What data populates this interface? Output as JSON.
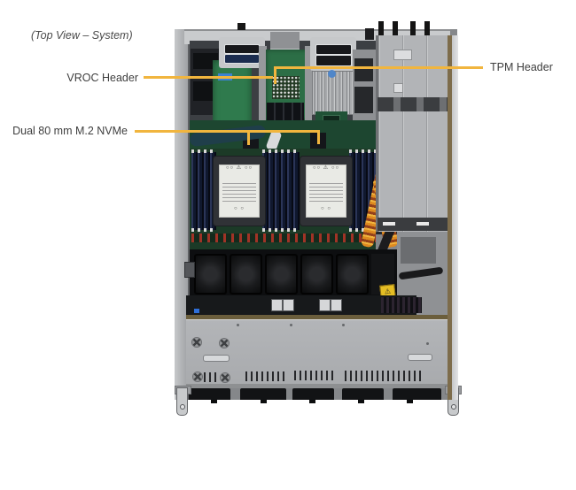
{
  "caption": {
    "text": "(Top View – System)"
  },
  "callouts": {
    "vroc": {
      "label": "VROC Header"
    },
    "tpm": {
      "label": "TPM Header"
    },
    "m2": {
      "label": "Dual 80 mm M.2 NVMe"
    }
  },
  "colors": {
    "background": "#FFFFFF",
    "callout_line": "#F1B53E",
    "label_text": "#3E3E3E"
  },
  "photo": {
    "alt": "Top view photograph of 1U server chassis interior"
  }
}
